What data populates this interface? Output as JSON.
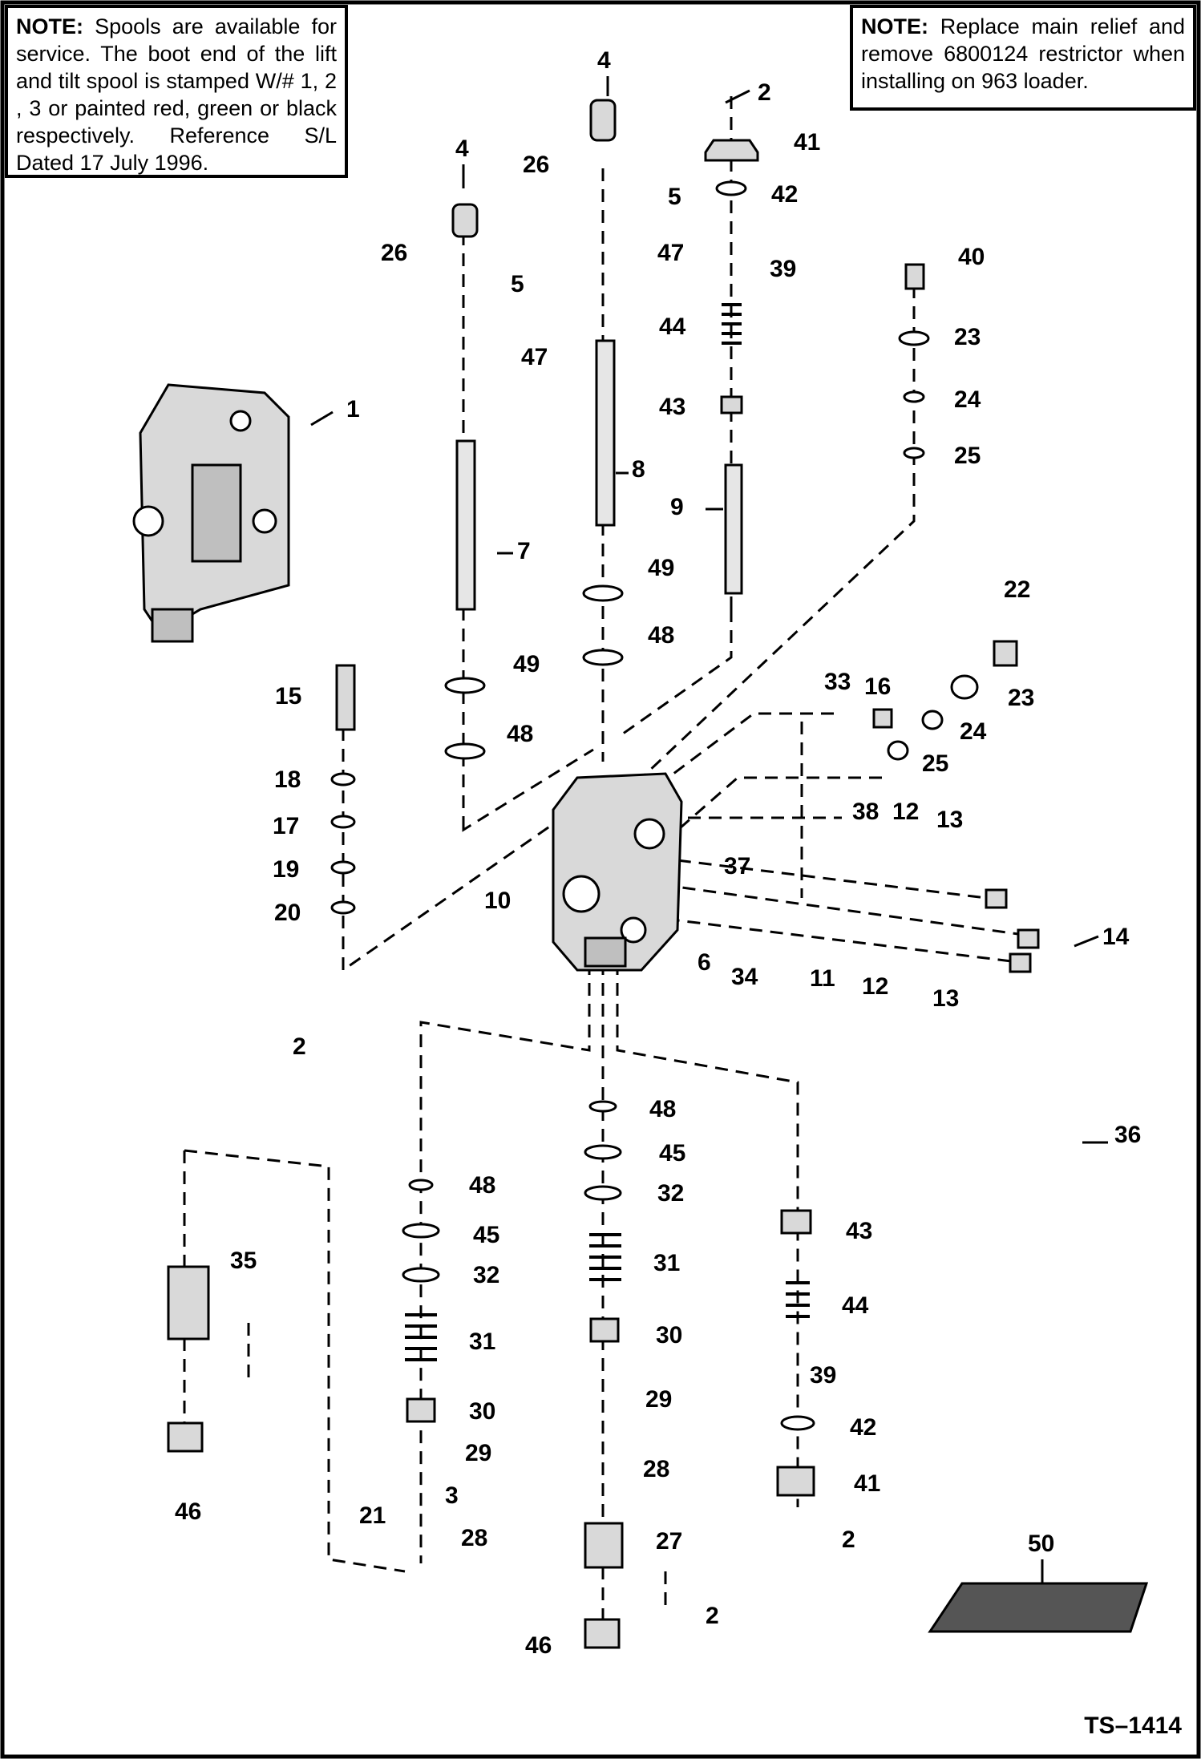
{
  "notes": {
    "left_prefix": "NOTE:",
    "left_text": "Spools are available for service.  The boot end of the lift and tilt spool is stamped W/# 1, 2 , 3 or painted red, green or black respectively.  Reference S/L Dated 17 July 1996.",
    "right_prefix": "NOTE:",
    "right_text": "Replace main relief and remove 6800124 restrictor when installing on 963 loader."
  },
  "figure_id": "TS–1414",
  "callouts": [
    "1",
    "2",
    "3",
    "4",
    "5",
    "6",
    "7",
    "8",
    "9",
    "10",
    "11",
    "12",
    "13",
    "14",
    "15",
    "16",
    "17",
    "18",
    "19",
    "20",
    "21",
    "22",
    "23",
    "24",
    "25",
    "26",
    "27",
    "28",
    "29",
    "30",
    "31",
    "32",
    "33",
    "34",
    "35",
    "36",
    "37",
    "38",
    "39",
    "40",
    "41",
    "42",
    "43",
    "44",
    "45",
    "46",
    "47",
    "48",
    "49",
    "50"
  ]
}
